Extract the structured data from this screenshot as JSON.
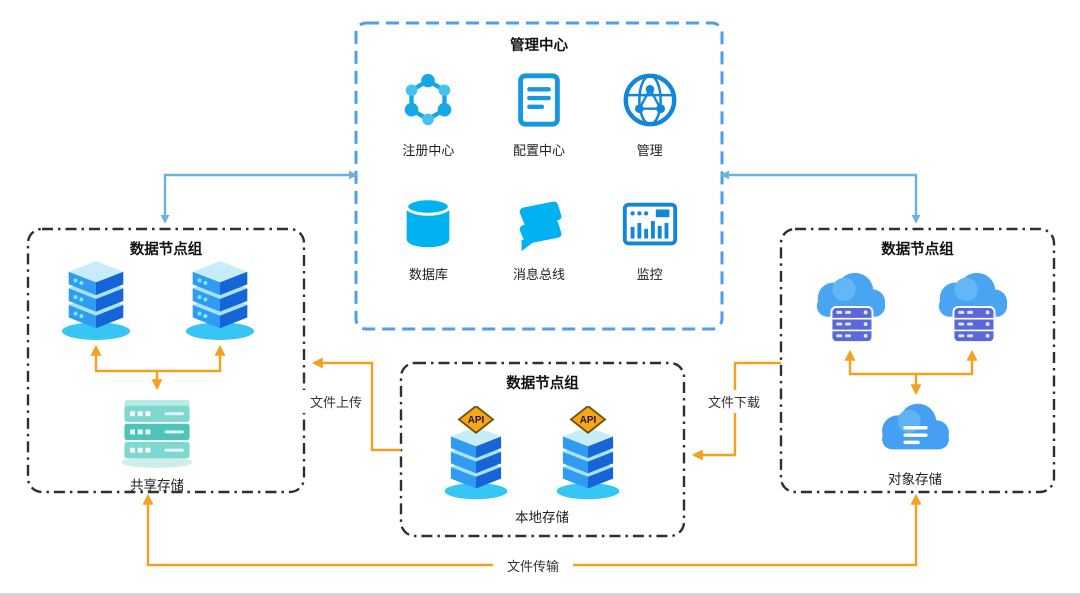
{
  "management_center": {
    "title": "管理中心",
    "items": [
      {
        "label": "注册中心"
      },
      {
        "label": "配置中心"
      },
      {
        "label": "管理"
      },
      {
        "label": "数据库"
      },
      {
        "label": "消息总线"
      },
      {
        "label": "监控"
      }
    ]
  },
  "left_group": {
    "title": "数据节点组",
    "storage_label": "共享存储"
  },
  "center_group": {
    "title": "数据节点组",
    "storage_label": "本地存储",
    "api_label": "API"
  },
  "right_group": {
    "title": "数据节点组",
    "storage_label": "对象存储"
  },
  "flows": {
    "upload_label": "文件上传",
    "download_label": "文件下载",
    "transfer_label": "文件传输"
  },
  "colors": {
    "management_border": "#4d9fe8",
    "node_group_border": "#2f2f2f",
    "flow_orange": "#f5a01e",
    "link_blue": "#6fb1de",
    "icon_blue": "#1499e0",
    "icon_cyan": "#00b2f0",
    "server_blue": "#2f9bf2",
    "storage_teal": "#4cc4ba",
    "rack_indigo": "#5a68dc"
  }
}
